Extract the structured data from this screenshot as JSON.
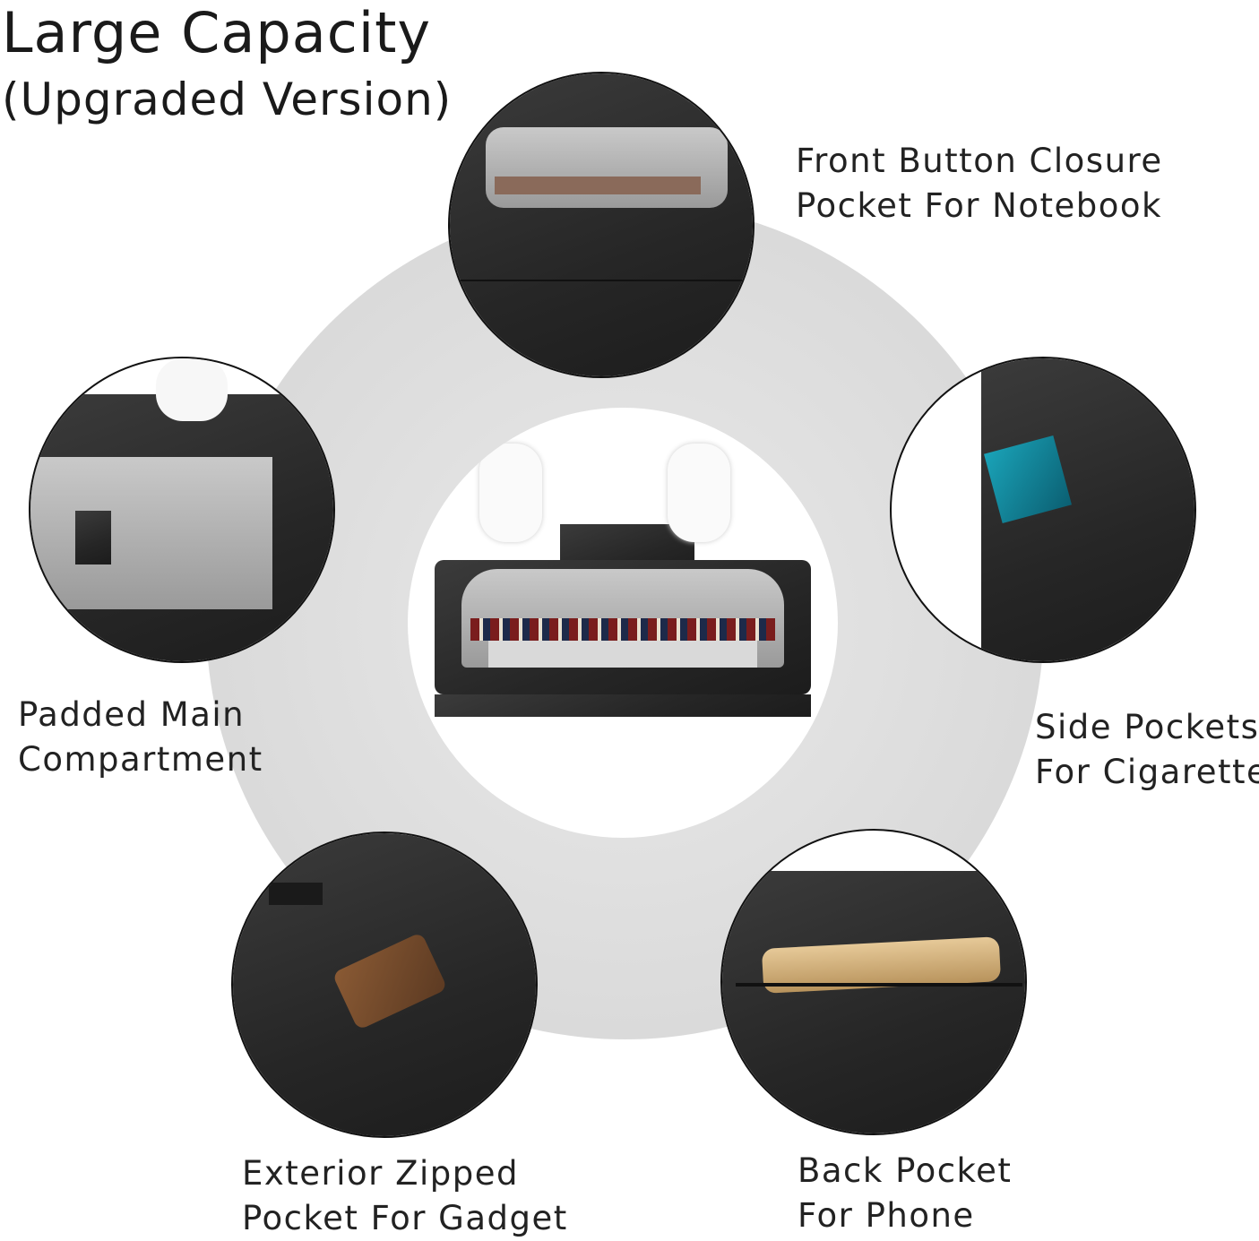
{
  "title": {
    "line1": "Large Capacity",
    "line2": "(Upgraded Version)"
  },
  "features": [
    {
      "line1": "Front Button Closure",
      "line2": "Pocket For Notebook"
    },
    {
      "line1": "Padded Main",
      "line2": "Compartment"
    },
    {
      "line1": "Side Pockets",
      "line2": "For Cigarette"
    },
    {
      "line1": "Exterior Zipped",
      "line2": "Pocket For Gadget"
    },
    {
      "line1": "Back Pocket",
      "line2": "For Phone"
    }
  ],
  "colors": {
    "bag": "#2a2a2a",
    "background_ring": "#dedede",
    "text": "#222222"
  }
}
